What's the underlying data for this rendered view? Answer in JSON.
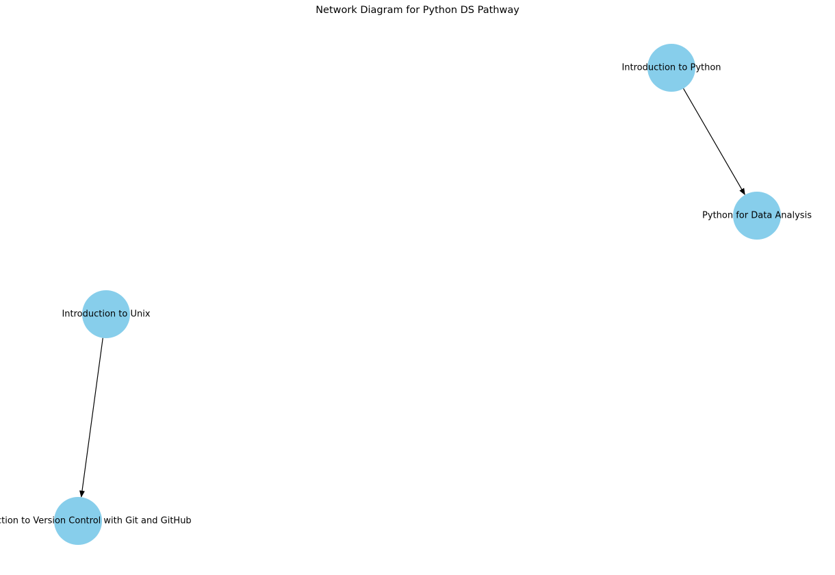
{
  "title": "Network Diagram for Python DS Pathway",
  "colors": {
    "node_fill": "#87CEEB",
    "edge": "#000000",
    "text": "#000000",
    "background": "#ffffff"
  },
  "nodes": [
    {
      "id": "intro-python",
      "label": "Introduction to Python"
    },
    {
      "id": "python-data-analysis",
      "label": "Python for Data Analysis"
    },
    {
      "id": "intro-unix",
      "label": "Introduction to Unix"
    },
    {
      "id": "intro-version-control",
      "label": "Introduction to Version Control with Git and GitHub"
    }
  ],
  "edges": [
    {
      "from": "intro-python",
      "to": "python-data-analysis"
    },
    {
      "from": "intro-unix",
      "to": "intro-version-control"
    }
  ]
}
